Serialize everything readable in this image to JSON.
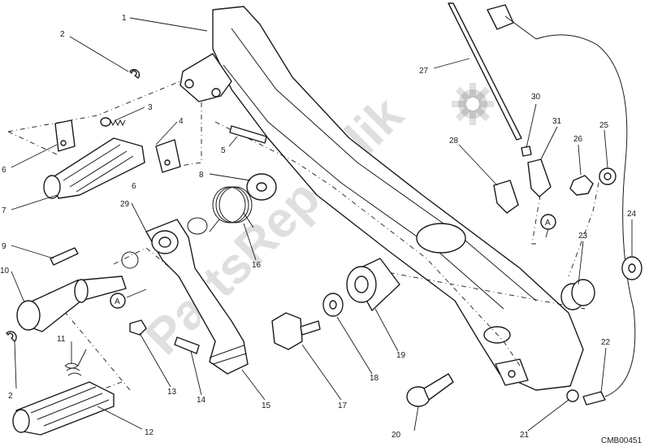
{
  "diagram": {
    "drawing_code": "CMB00451",
    "watermark_text": "PartsRepublik",
    "watermark_icon": "gear-icon",
    "reference_marker": "A",
    "callouts": [
      "1",
      "2",
      "3",
      "4",
      "5",
      "6",
      "7",
      "8",
      "9",
      "10",
      "11",
      "12",
      "13",
      "14",
      "15",
      "16",
      "17",
      "18",
      "19",
      "20",
      "21",
      "22",
      "23",
      "24",
      "25",
      "26",
      "27",
      "28",
      "29",
      "30",
      "31"
    ],
    "callouts_repeated": [
      "2",
      "6",
      "A"
    ]
  }
}
